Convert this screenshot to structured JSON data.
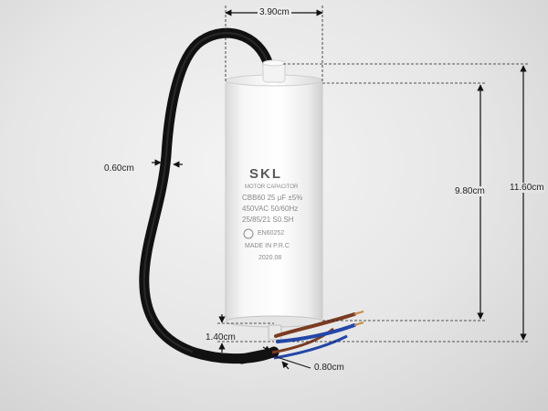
{
  "dimensions": {
    "diameter": "3.90cm",
    "cable_diameter": "0.60cm",
    "body_height": "9.80cm",
    "total_height": "11.60cm",
    "terminal_height": "1.40cm",
    "wire_spacing": "0.80cm"
  },
  "capacitor": {
    "brand": "SKL",
    "line1": "MOTOR CAPACITOR",
    "line2": "CBB60  25 μF ±5%",
    "line3": "450VAC  50/60Hz",
    "line4": "25/85/21 S0.SH",
    "cert": "EN60252",
    "origin": "MADE IN P.R.C",
    "date": "2020.08"
  },
  "colors": {
    "background": "#e8e8e8",
    "body": "#f2f2f2",
    "cable": "#111111",
    "wire_brown": "#7a3b22",
    "wire_blue": "#2446a8",
    "dimension_line": "#111111"
  }
}
